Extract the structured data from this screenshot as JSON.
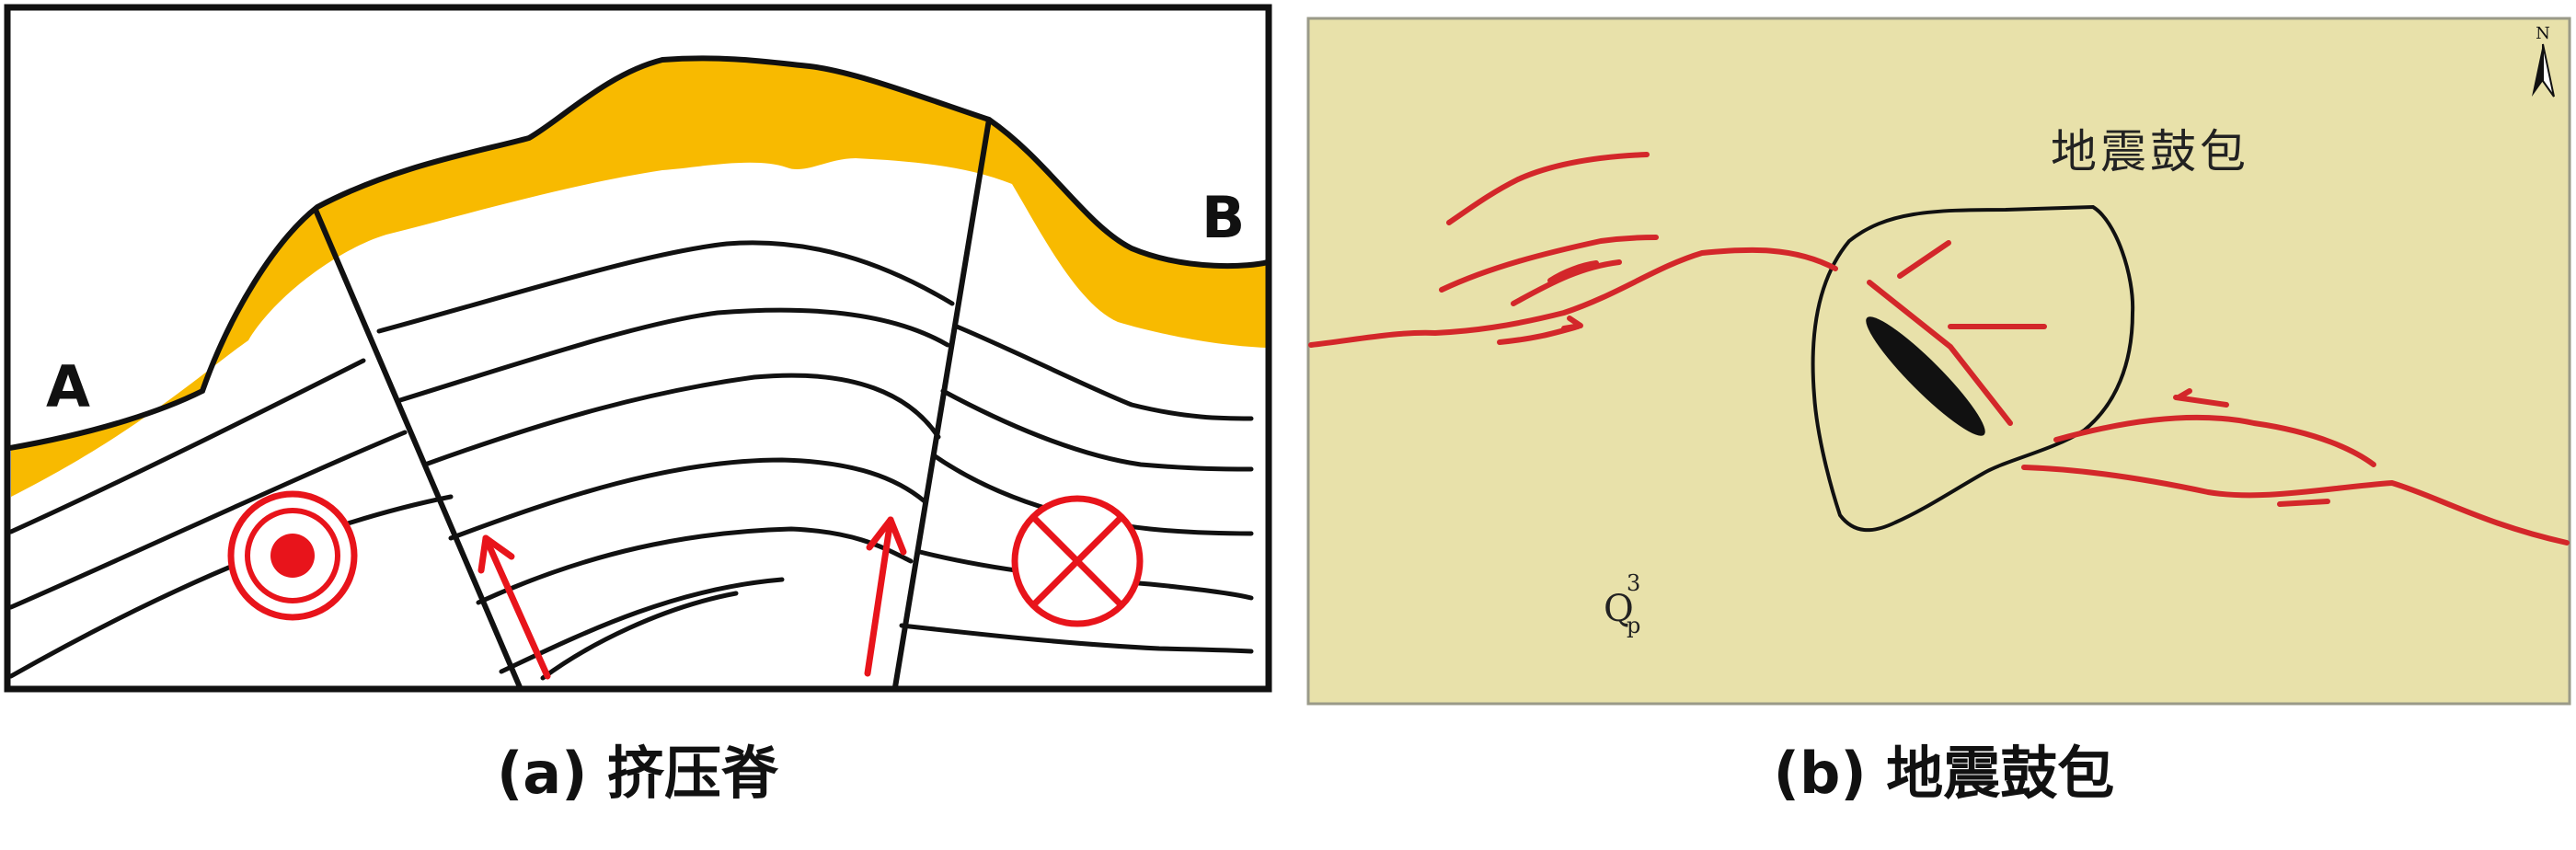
{
  "figure": {
    "panel_a": {
      "caption": "(a) 挤压脊",
      "label_left": "A",
      "label_right": "B",
      "colors": {
        "frame": "#111111",
        "surface_layer": "#F8BA00",
        "markers": "#E8141B",
        "strata": "#111111"
      },
      "markers": {
        "left": "out-of-page-symbol-icon",
        "right": "into-page-symbol-icon",
        "arrows": "up-arrow-icon"
      }
    },
    "panel_b": {
      "caption": "(b) 地震鼓包",
      "title": "地震鼓包",
      "north_label": "N",
      "unit_label": "Q",
      "unit_sub": "p",
      "unit_sup": "3",
      "colors": {
        "background": "#E8E1AA",
        "faults": "#D3272A",
        "outline": "#111111",
        "ellipse": "#111111"
      }
    }
  }
}
